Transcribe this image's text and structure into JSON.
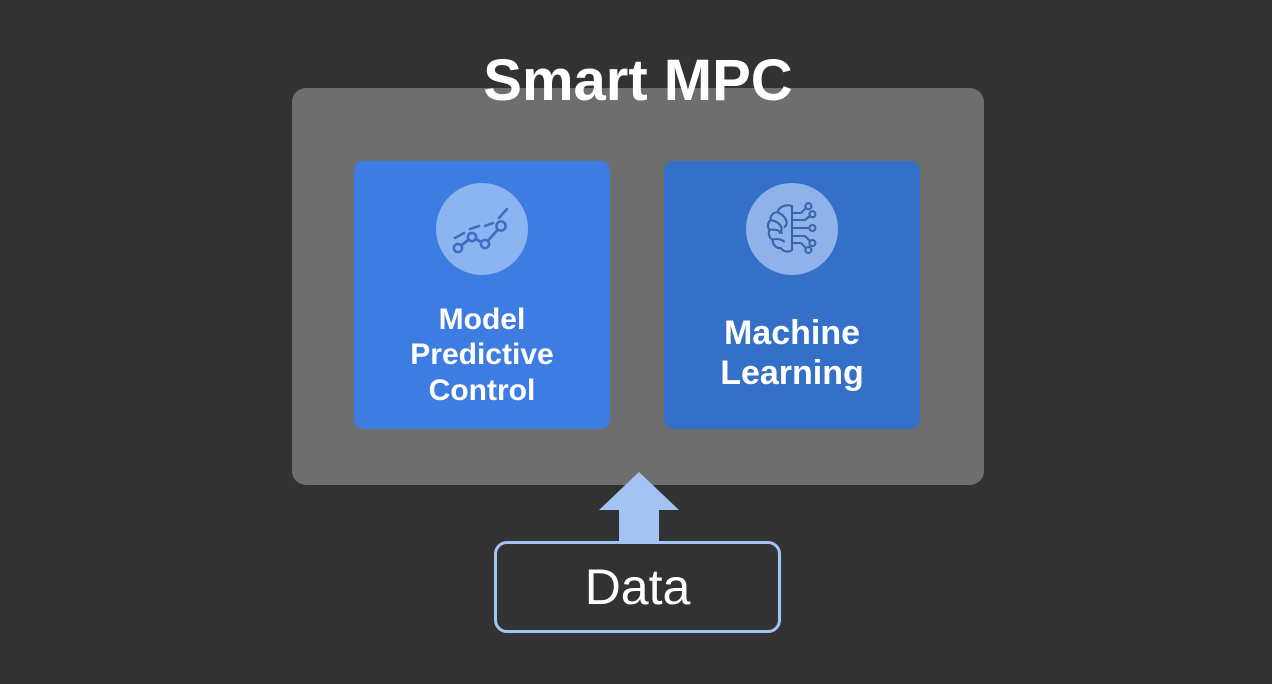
{
  "diagram": {
    "title": "Smart MPC",
    "background_color": "#323232",
    "panel": {
      "name": "smart-mpc-panel",
      "color": "#6e6e6e"
    },
    "cards": [
      {
        "id": "model-predictive-control",
        "label": "Model\nPredictive\nControl",
        "line1": "Model",
        "line2": "Predictive",
        "line3": "Control",
        "color": "#3d7ce0",
        "icon": "line-chart-trend-icon",
        "icon_circle_color": "#8cb4f0",
        "icon_stroke_color": "#3f6fc4"
      },
      {
        "id": "machine-learning",
        "label": "Machine\nLearning",
        "line1": "Machine",
        "line2": "Learning",
        "line3": "",
        "color": "#3570c8",
        "icon": "ai-brain-circuit-icon",
        "icon_circle_color": "#8fb3e8",
        "icon_stroke_color": "#3a63ad"
      }
    ],
    "arrow": {
      "name": "data-flow-arrow",
      "direction": "up",
      "color": "#a3c4f3"
    },
    "data_node": {
      "label": "Data",
      "border_color": "#a3c4f3",
      "fill_color": "#323232",
      "text_color": "#ffffff"
    }
  }
}
